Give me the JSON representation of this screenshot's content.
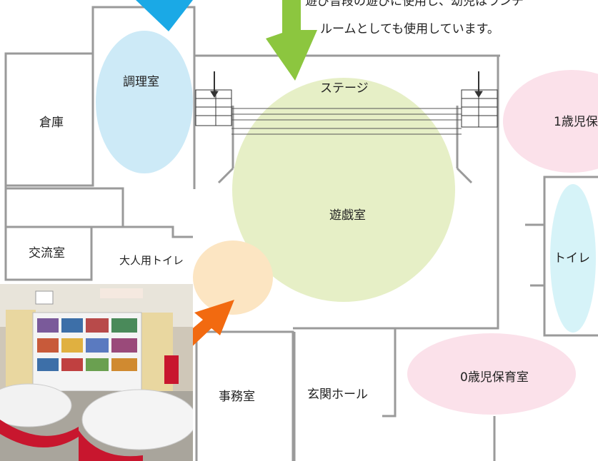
{
  "note": {
    "line1": "遊び普段の遊びに使用し、幼児はランチ",
    "line2": "ルームとしても使用しています。"
  },
  "rooms": {
    "kitchen": "調理室",
    "storage": "倉庫",
    "stage": "ステージ",
    "playroom": "遊戯室",
    "infant1": "1歳児保",
    "exchange": "交流室",
    "adult_toilet": "大人用トイレ",
    "toilet": "トイレ",
    "office": "事務室",
    "entrance": "玄関ホール",
    "infant0": "0歳児保育室"
  },
  "colors": {
    "kitchen_highlight": "#cdeaf7",
    "playroom_highlight": "#e6efc6",
    "pink_highlight": "#fbe1ea",
    "toilet_highlight": "#d6f3f8",
    "peach_highlight": "#fce5c2",
    "arrow_blue": "#1aa9e6",
    "arrow_green": "#8cc63f",
    "arrow_orange": "#f26a10",
    "wall": "#9a9a9a"
  }
}
